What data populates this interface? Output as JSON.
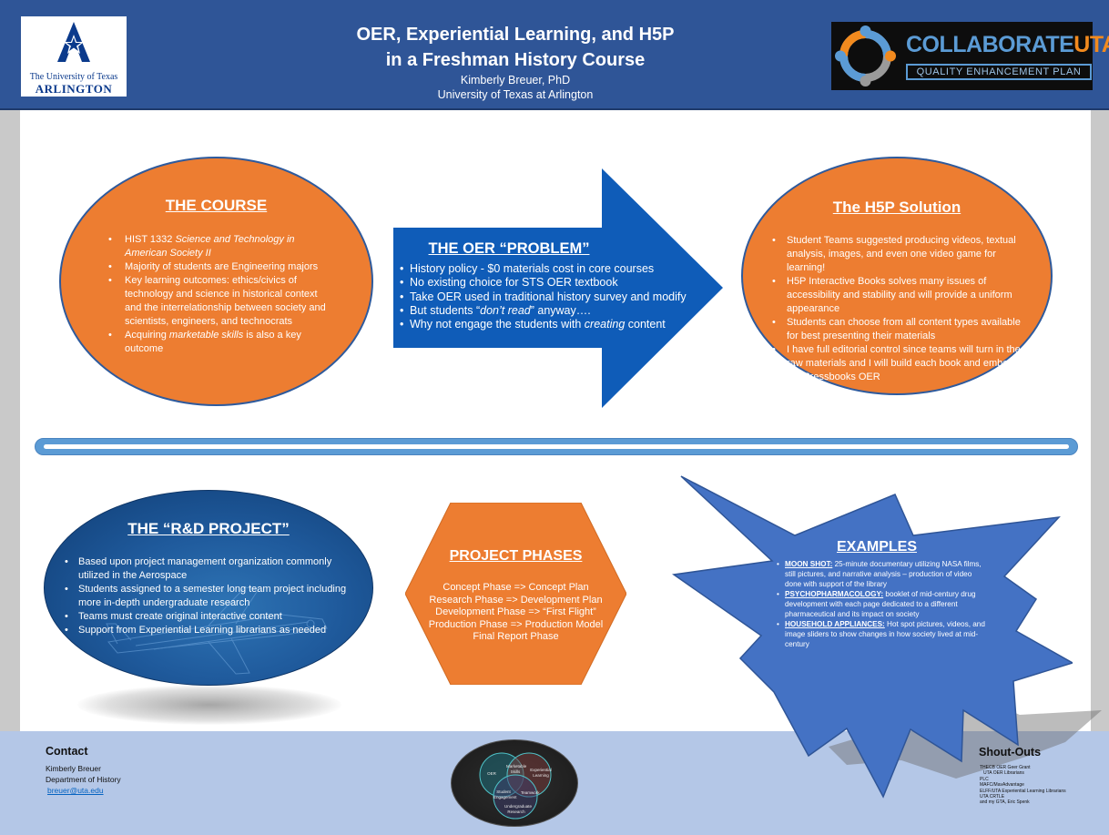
{
  "header": {
    "title_line1": "OER, Experiential Learning, and H5P",
    "title_line2": "in a Freshman History Course",
    "author": "Kimberly Breuer, PhD",
    "affiliation": "University of Texas at Arlington",
    "uta_logo": {
      "line1": "The University of Texas",
      "line2": "ARLINGTON",
      "icon": "uta-star-a-icon"
    },
    "collab_logo": {
      "word_a": "COLLABORATE",
      "word_b": "UTA",
      "tagline": "QUALITY ENHANCEMENT PLAN",
      "icon": "people-ring-icon"
    }
  },
  "course": {
    "title": "THE COURSE",
    "items": [
      {
        "pre": "HIST 1332 ",
        "em": "Science and Technology in American Society II",
        "post": ""
      },
      {
        "pre": "Majority of students are Engineering majors",
        "em": "",
        "post": ""
      },
      {
        "pre": "Key learning outcomes: ethics/civics of technology and science in historical context and the interrelationship between society and scientists, engineers, and technocrats",
        "em": "",
        "post": ""
      },
      {
        "pre": "Acquiring ",
        "em": "marketable skills",
        "post": " is also a key outcome"
      }
    ]
  },
  "oer": {
    "title": "THE OER “PROBLEM”",
    "items": [
      {
        "pre": "History policy - $0 materials cost in core courses",
        "em": "",
        "post": ""
      },
      {
        "pre": "No existing choice for STS OER textbook",
        "em": "",
        "post": ""
      },
      {
        "pre": "Take OER used in traditional history survey and modify",
        "em": "",
        "post": ""
      },
      {
        "pre": "But students “",
        "em": "don’t read",
        "post": "” anyway…."
      },
      {
        "pre": "Why not engage the students with ",
        "em": "creating",
        "post": " content"
      }
    ]
  },
  "h5p": {
    "title": "The H5P Solution",
    "items": [
      "Student Teams suggested producing videos, textual analysis, images, and even one video game for learning!",
      "H5P Interactive Books solves many issues of accessibility and stability and will provide a uniform appearance",
      "Students can choose from all content types available for best presenting their materials",
      "I have full editorial control since teams will turn in the raw materials and I will build each book and embed in the Pressbooks OER"
    ]
  },
  "rd": {
    "title": "THE “R&D PROJECT”",
    "items": [
      "Based upon project management organization commonly utilized in the Aerospace",
      "Students assigned to a semester long team project including more in-depth undergraduate research",
      "Teams must create original interactive content",
      "Support from Experiential Learning librarians as needed"
    ]
  },
  "phases": {
    "title": "PROJECT PHASES",
    "items": [
      "Concept Phase => Concept Plan",
      "Research Phase => Development Plan",
      "Development Phase => “First Flight”",
      "Production Phase => Production Model",
      "Final Report Phase"
    ]
  },
  "examples": {
    "title": "EXAMPLES",
    "items": [
      {
        "lead": "MOON SHOT:",
        "text": " 25-minute documentary utilizing NASA films, still pictures, and narrative analysis – production of video done with support of the library"
      },
      {
        "lead": "PSYCHOPHARMACOLOGY:",
        "text": " booklet of mid-century drug development with each page dedicated to a different pharmaceutical and its impact on society"
      },
      {
        "lead": "HOUSEHOLD APPLIANCES:",
        "text": " Hot spot pictures, videos, and image sliders to show changes in how society lived at mid-century"
      }
    ]
  },
  "contact": {
    "heading": "Contact",
    "name": "Kimberly Breuer",
    "dept": "Department of History",
    "email": "breuer@uta.edu"
  },
  "venn": {
    "labels": [
      "OER",
      "Marketable Skills",
      "Experiential Learning",
      "Student Engagement",
      "Teamwork",
      "Undergraduate Research"
    ]
  },
  "shoutouts": {
    "heading": "Shout-Outs",
    "items": [
      "THECB OER Geer Grant",
      "UTA OER Librarians",
      "PLC",
      "MAFC/MavAdvantage",
      "ELFF/UTA Experiential Learning Librarians",
      "UTA CRTLE",
      "and my GTA, Eric Spenk"
    ]
  },
  "colors": {
    "header_blue": "#2f5597",
    "accent_orange": "#ed7d31",
    "arrow_blue": "#0f5cb8",
    "star_blue": "#4472c4",
    "footer_blue": "#b4c7e7"
  }
}
